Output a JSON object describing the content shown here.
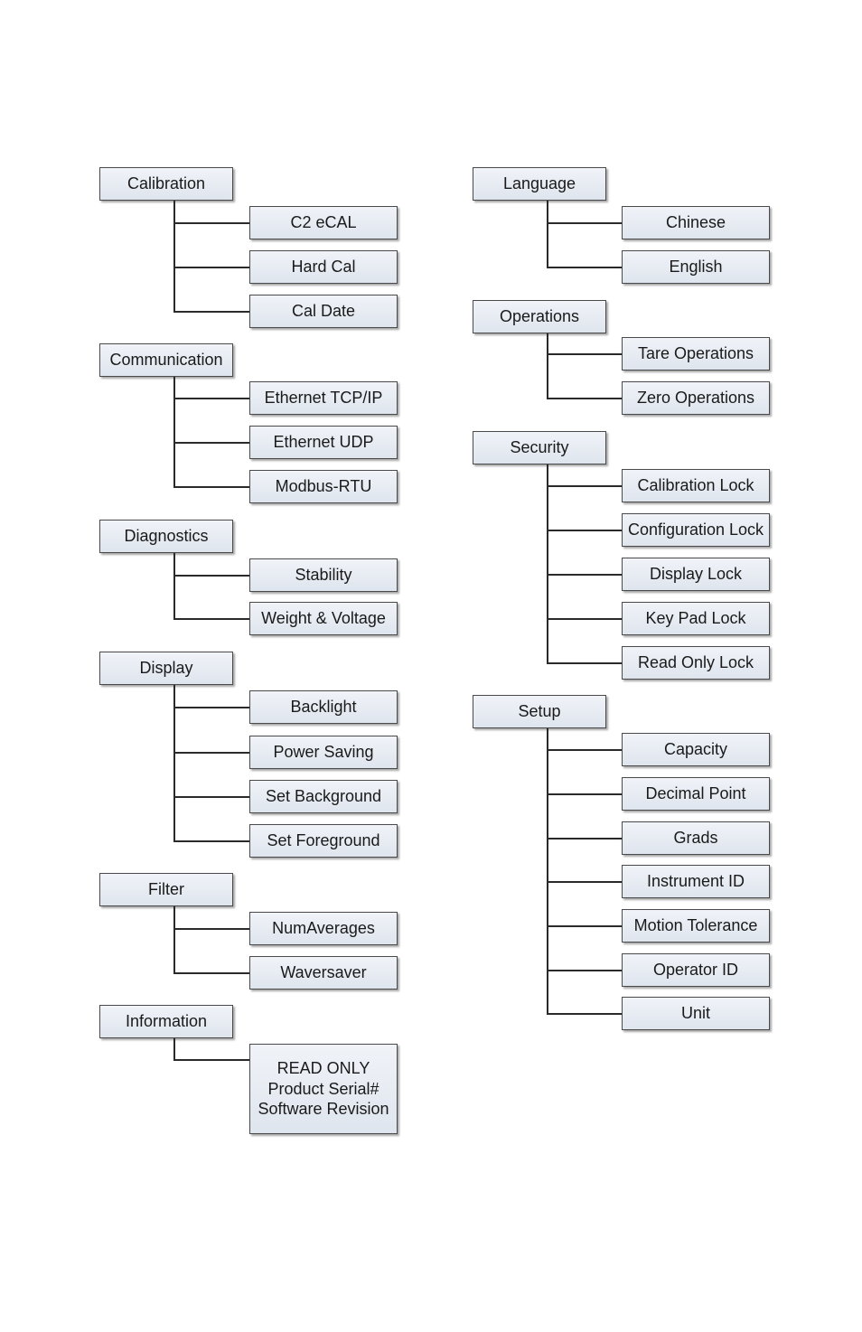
{
  "menu_tree": {
    "left_column": [
      {
        "label": "Calibration",
        "items": [
          "C2 eCAL",
          "Hard Cal",
          "Cal Date"
        ]
      },
      {
        "label": "Communication",
        "items": [
          "Ethernet TCP/IP",
          "Ethernet UDP",
          "Modbus-RTU"
        ]
      },
      {
        "label": "Diagnostics",
        "items": [
          "Stability",
          "Weight & Voltage"
        ]
      },
      {
        "label": "Display",
        "items": [
          "Backlight",
          "Power Saving",
          "Set Background",
          "Set Foreground"
        ]
      },
      {
        "label": "Filter",
        "items": [
          "NumAverages",
          "Waversaver"
        ]
      },
      {
        "label": "Information",
        "items": [
          "READ ONLY\nProduct Serial#\nSoftware Revision"
        ]
      }
    ],
    "right_column": [
      {
        "label": "Language",
        "items": [
          "Chinese",
          "English"
        ]
      },
      {
        "label": "Operations",
        "items": [
          "Tare Operations",
          "Zero Operations"
        ]
      },
      {
        "label": "Security",
        "items": [
          "Calibration Lock",
          "Configuration Lock",
          "Display Lock",
          "Key Pad Lock",
          "Read Only Lock"
        ]
      },
      {
        "label": "Setup",
        "items": [
          "Capacity",
          "Decimal Point",
          "Grads",
          "Instrument ID",
          "Motion Tolerance",
          "Operator ID",
          "Unit"
        ]
      }
    ]
  }
}
